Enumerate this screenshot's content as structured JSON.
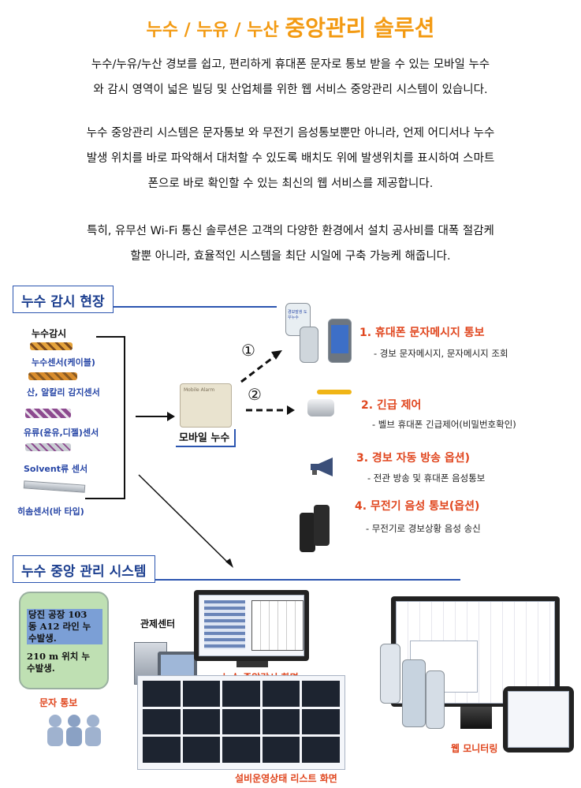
{
  "title": {
    "part1": "누수 / 누유 / 누산 ",
    "part2": "중앙관리 솔루션"
  },
  "intro": [
    "누수/누유/누산 경보를 쉽고, 편리하게 휴대폰 문자로 통보 받을 수 있는 모바일 누수",
    "와 감시 영역이 넓은 빌딩 및 산업체를 위한 웹 서비스 중앙관리 시스템이 있습니다.",
    "누수 중앙관리 시스템은 문자통보 와 무전기 음성통보뿐만 아니라, 언제 어디서나 누수",
    "발생 위치를 바로 파악해서 대처할 수 있도록 배치도 위에 발생위치를 표시하여 스마트",
    "폰으로 바로 확인할 수 있는 최신의 웹 서비스를 제공합니다.",
    "특히, 유무선 Wi-Fi 통신 솔루션은 고객의 다양한 환경에서 설치 공사비를 대폭 절감케",
    "할뿐 아니라, 효율적인 시스템을 최단 시일에 구축 가능케 해줍니다."
  ],
  "site": {
    "heading": "누수 감시 현장",
    "sensor_group": "누수감시",
    "sensors": [
      "누수센서(케이블)",
      "산, 알칼리 감지센서",
      "유류(윤유,디젤)센서",
      "Solvent류 센서",
      "히솜센서(바 타입)"
    ],
    "device_caption": "Mobile Alarm",
    "device_label": "모바일 누수",
    "step1": "①",
    "step2": "②",
    "phone_screen_text": "경보발생 도우누수",
    "items": [
      {
        "title": "1. 휴대폰 문자메시지 통보",
        "desc": "- 경보 문자메시지, 문자메시지 조회"
      },
      {
        "title": "2. 긴급 제어",
        "desc": "- 벨브 휴대폰 긴급제어(비밀번호확인)"
      },
      {
        "title": "3. 경보 자동 방송 옵션)",
        "desc": "- 전관 방송 및 휴대폰 음성통보"
      },
      {
        "title": "4. 무전기 음성 통보(옵션)",
        "desc": "- 무전기로 경보상황 음성 송신"
      }
    ]
  },
  "central": {
    "heading": "누수 중앙 관리 시스템",
    "sms_lines": [
      "당진 공장 103",
      "동 A12 라인 누",
      "수발생.",
      "",
      "210 m 위치 누",
      "수발생."
    ],
    "sms_caption": "문자 통보",
    "control_center": "관제센터",
    "monitor_caption": "누수 중앙감시 화면",
    "list_caption": "설비운영상태 리스트 화면",
    "web_caption": "웹 모니터링"
  },
  "colors": {
    "accent": "#f39a12",
    "heading": "#1b3e8f",
    "alert": "#e0461e"
  }
}
